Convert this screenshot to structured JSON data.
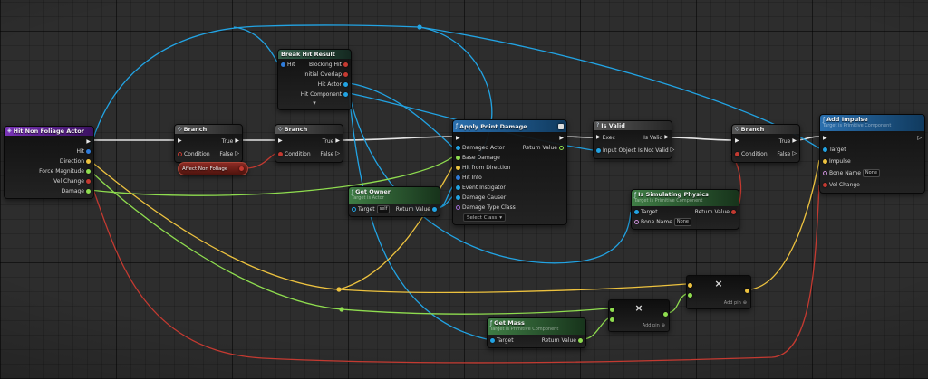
{
  "colors": {
    "exec_wire": "#e4e4e4",
    "object_pin": "#22a3e3",
    "struct_pin": "#2f7bd9",
    "float_pin": "#8fdd4f",
    "vector_pin": "#edc23f",
    "bool_pin": "#c43a31",
    "class_pin": "#a06cd5",
    "name_pin": "#cb8fd9",
    "event_header": "#7a34b8",
    "function_header": "#2a6fae",
    "pure_function_header": "#3f7d45",
    "macro_header": "#565656",
    "struct_header": "#37624d"
  },
  "glyphs": {
    "exec_pin": "▶",
    "exec_pin_hollow": "▷",
    "chevron_down": "▾",
    "function_icon": "ƒ",
    "macro_icon": "◇",
    "event_icon": "◈",
    "question_icon": "?",
    "multiply_icon": "×",
    "add_pin_icon": "⊕"
  },
  "nodes": {
    "hit_non_foliage_actor": {
      "title": "Hit Non Foliage Actor",
      "pins": {
        "hit": "Hit",
        "direction": "Direction",
        "force_magnitude": "Force Magnitude",
        "vel_change": "Vel Change",
        "damage": "Damage"
      }
    },
    "branch": {
      "title": "Branch",
      "condition": "Condition",
      "true_label": "True",
      "false_label": "False"
    },
    "affect_non_foliage": {
      "title": "Affect Non Foliage"
    },
    "break_hit_result": {
      "title": "Break Hit Result",
      "hit": "Hit",
      "blocking_hit": "Blocking Hit",
      "initial_overlap": "Initial Overlap",
      "hit_actor": "Hit Actor",
      "hit_component": "Hit Component"
    },
    "apply_point_damage": {
      "title": "Apply Point Damage",
      "damaged_actor": "Damaged Actor",
      "return_value": "Return Value",
      "base_damage": "Base Damage",
      "hit_from_direction": "Hit from Direction",
      "hit_info": "Hit Info",
      "event_instigator": "Event Instigator",
      "damage_causer": "Damage Causer",
      "damage_type_class": "Damage Type Class",
      "select_class": "Select Class"
    },
    "get_owner": {
      "title": "Get Owner",
      "subtitle": "Target is Actor",
      "target": "Target",
      "target_value": "self",
      "return_value": "Return Value"
    },
    "is_valid": {
      "title": "Is Valid",
      "exec": "Exec",
      "input_object": "Input Object",
      "is_valid": "Is Valid",
      "is_not_valid": "Is Not Valid"
    },
    "is_simulating_physics": {
      "title": "Is Simulating Physics",
      "subtitle": "Target is Primitive Component",
      "target": "Target",
      "return_value": "Return Value",
      "bone_name": "Bone Name",
      "bone_name_value": "None"
    },
    "add_impulse": {
      "title": "Add Impulse",
      "subtitle": "Target is Primitive Component",
      "target": "Target",
      "impulse": "Impulse",
      "bone_name": "Bone Name",
      "bone_name_value": "None",
      "vel_change": "Vel Change"
    },
    "get_mass": {
      "title": "Get Mass",
      "subtitle": "Target is Primitive Component",
      "target": "Target",
      "return_value": "Return Value"
    },
    "multiply": {
      "add_pin": "Add pin"
    }
  }
}
